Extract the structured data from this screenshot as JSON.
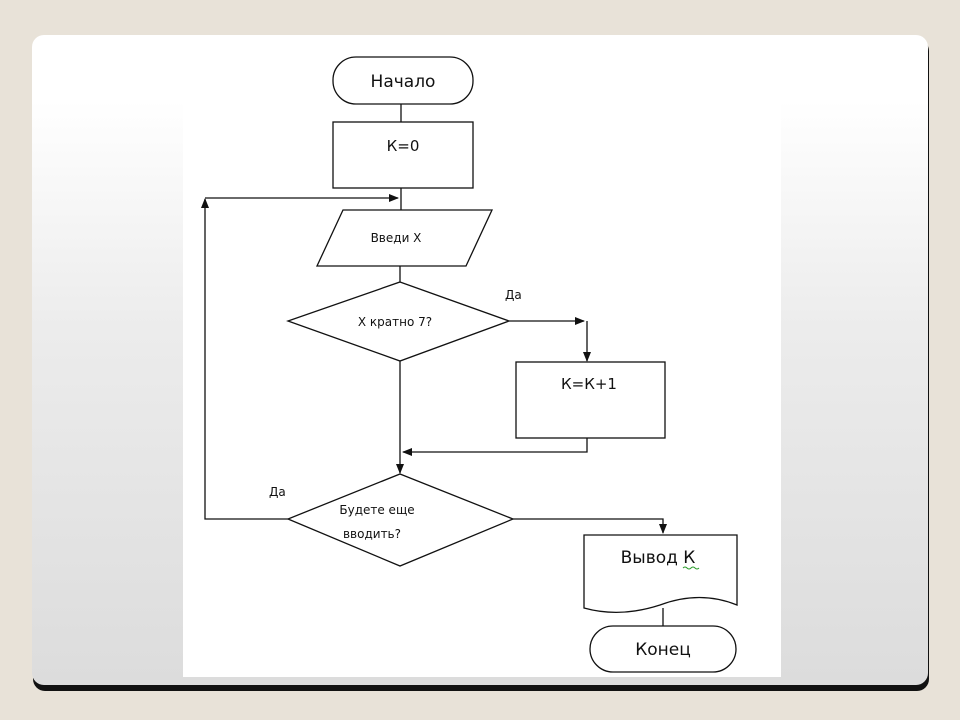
{
  "diagram": {
    "start_label": "Начало",
    "init_label": "К=0",
    "input_label": "Введи Х",
    "condition_label": "Х кратно 7?",
    "condition_yes_label": "Да",
    "increment_label": "К=К+1",
    "continue_line1": "Будете еще",
    "continue_line2": "вводить?",
    "continue_yes_label": "Да",
    "output_label": "Вывод К",
    "end_label": "Конец"
  }
}
